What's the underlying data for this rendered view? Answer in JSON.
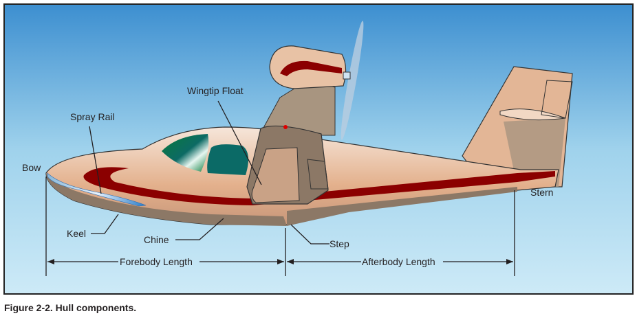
{
  "labels": {
    "wingtip_float": "Wingtip Float",
    "spray_rail": "Spray Rail",
    "bow": "Bow",
    "keel": "Keel",
    "chine": "Chine",
    "step": "Step",
    "stern": "Stern",
    "forebody_length": "Forebody Length",
    "afterbody_length": "Afterbody Length"
  },
  "caption": "Figure 2-2. Hull components.",
  "colors": {
    "sky_top": "#3d8fd0",
    "sky_bottom": "#cdeaf7",
    "hull": "#e6b996",
    "stripe": "#8b0000",
    "float": "#8c7866"
  }
}
